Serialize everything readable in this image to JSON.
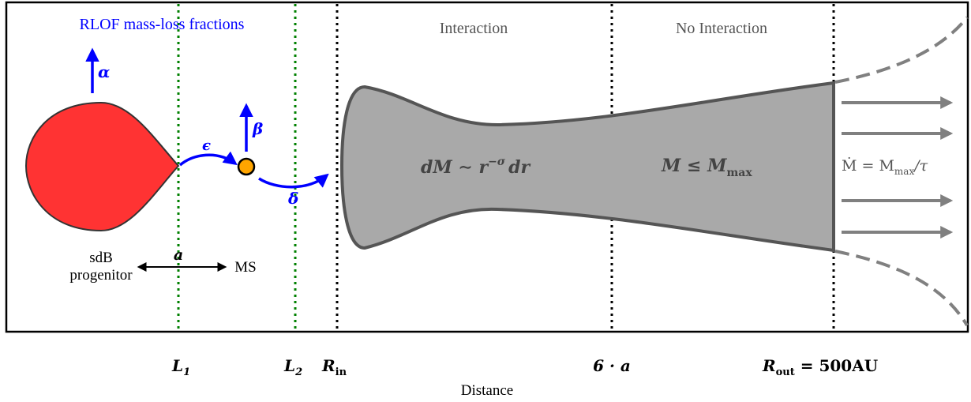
{
  "diagram": {
    "header": {
      "rlof": "RLOF mass-loss fractions",
      "region_interaction": "Interaction",
      "region_no_interaction": "No Interaction"
    },
    "fractions": {
      "alpha": "α",
      "beta": "β",
      "epsilon": "ϵ",
      "delta": "δ"
    },
    "stars": {
      "sdb_line1": "sdB",
      "sdb_line2": "progenitor",
      "ms": "MS",
      "separation": "a"
    },
    "disk": {
      "density_law": "dM ∼ r",
      "density_exp": "−σ",
      "density_tail": "dr",
      "mass_limit": "M ≤ M",
      "mass_limit_sub": "max",
      "outflow": "Ṁ = M",
      "outflow_sub": "max",
      "outflow_tail": "/τ"
    },
    "axis": {
      "l1": "L",
      "l1_sub": "1",
      "l2": "L",
      "l2_sub": "2",
      "r_in": "R",
      "r_in_sub": "in",
      "six_a": "6 · a",
      "r_out": "R",
      "r_out_sub": "out",
      "r_out_value": " = 500AU",
      "xlabel": "Distance"
    },
    "colors": {
      "donor": "#ff3333",
      "companion": "#ffa500",
      "arrows_rlof": "#0000ff",
      "disk_fill": "#a9a9a9",
      "disk_edge": "#555555",
      "outflow": "#808080",
      "lagrange": "#008000",
      "boundary": "#000000"
    }
  }
}
